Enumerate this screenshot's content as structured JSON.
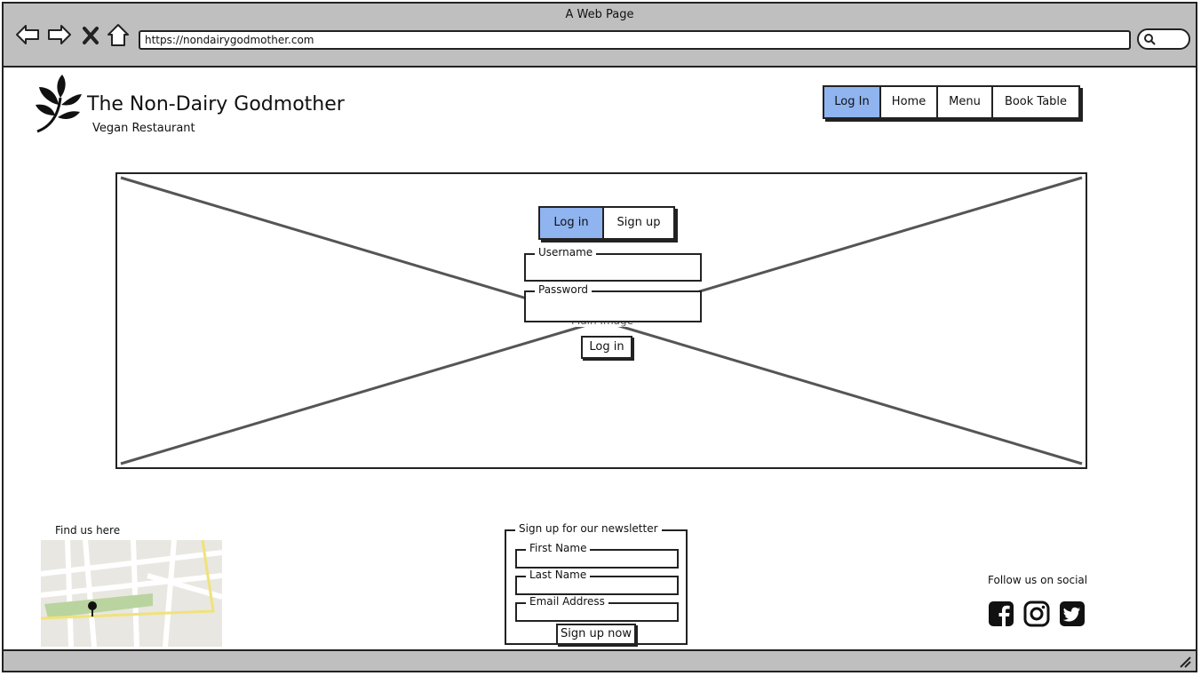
{
  "window": {
    "title": "A Web Page",
    "url": "https://nondairygodmother.com"
  },
  "header": {
    "site_title": "The Non-Dairy Godmother",
    "subtitle": "Vegan Restaurant",
    "nav": [
      {
        "label": "Log In",
        "active": true
      },
      {
        "label": "Home",
        "active": false
      },
      {
        "label": "Menu",
        "active": false
      },
      {
        "label": "Book Table",
        "active": false
      }
    ]
  },
  "hero": {
    "placeholder_label": "Main Image"
  },
  "login": {
    "tabs": [
      {
        "label": "Log in",
        "active": true
      },
      {
        "label": "Sign up",
        "active": false
      }
    ],
    "username_label": "Username",
    "password_label": "Password",
    "submit_label": "Log in"
  },
  "footer": {
    "find_us": "Find us here",
    "newsletter": {
      "title": "Sign up for our newsletter",
      "first_name_label": "First Name",
      "last_name_label": "Last Name",
      "email_label": "Email Address",
      "submit_label": "Sign up now"
    },
    "follow": "Follow us on social",
    "social": [
      "facebook-icon",
      "instagram-icon",
      "twitter-icon"
    ]
  },
  "colors": {
    "accent": "#8fb4f0",
    "chrome": "#bfbfbf"
  }
}
